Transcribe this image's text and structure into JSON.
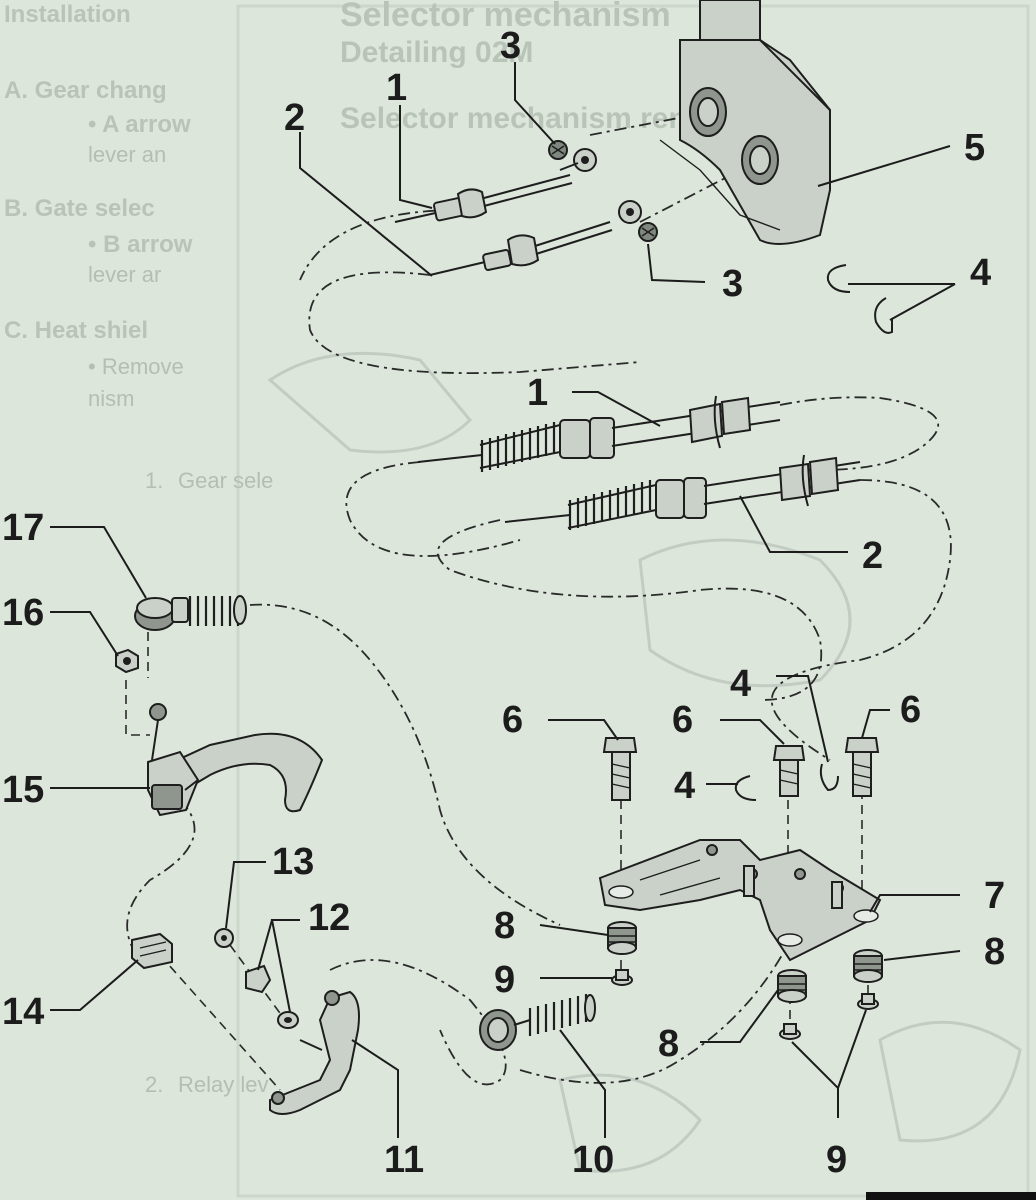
{
  "diagram": {
    "callouts": [
      {
        "id": "c1a",
        "text": "1"
      },
      {
        "id": "c1b",
        "text": "1"
      },
      {
        "id": "c2a",
        "text": "2"
      },
      {
        "id": "c2b",
        "text": "2"
      },
      {
        "id": "c3a",
        "text": "3"
      },
      {
        "id": "c3b",
        "text": "3"
      },
      {
        "id": "c4a",
        "text": "4"
      },
      {
        "id": "c4b",
        "text": "4"
      },
      {
        "id": "c4c",
        "text": "4"
      },
      {
        "id": "c5",
        "text": "5"
      },
      {
        "id": "c6a",
        "text": "6"
      },
      {
        "id": "c6b",
        "text": "6"
      },
      {
        "id": "c6c",
        "text": "6"
      },
      {
        "id": "c7",
        "text": "7"
      },
      {
        "id": "c8a",
        "text": "8"
      },
      {
        "id": "c8b",
        "text": "8"
      },
      {
        "id": "c8c",
        "text": "8"
      },
      {
        "id": "c9a",
        "text": "9"
      },
      {
        "id": "c9b",
        "text": "9"
      },
      {
        "id": "c10",
        "text": "10"
      },
      {
        "id": "c11",
        "text": "11"
      },
      {
        "id": "c12",
        "text": "12"
      },
      {
        "id": "c13",
        "text": "13"
      },
      {
        "id": "c14",
        "text": "14"
      },
      {
        "id": "c15",
        "text": "15"
      },
      {
        "id": "c16",
        "text": "16"
      },
      {
        "id": "c17",
        "text": "17"
      }
    ],
    "background_text": {
      "left_column": [
        "Installation",
        "A. Gear chang",
        "• A arrow",
        "lever an",
        "B. Gate selec",
        "• B arrow",
        "lever ar",
        "C. Heat shiel",
        "• Remove",
        "nism",
        "1.",
        "Gear sele",
        "2.",
        "Relay lev"
      ],
      "top_heading": [
        "Selector mechanism",
        "Detailing 02M",
        "Selector mechanism removing"
      ]
    }
  }
}
